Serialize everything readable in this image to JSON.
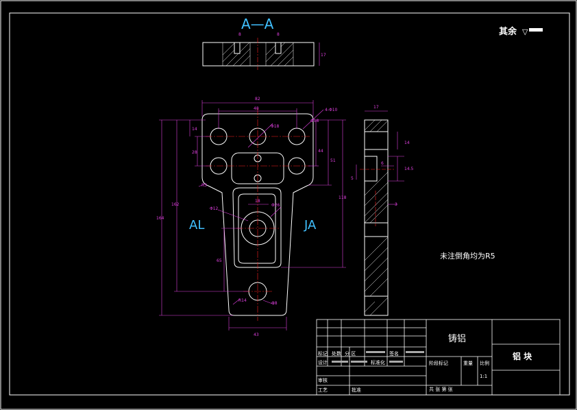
{
  "section_title": "A—A",
  "roughness_note": "其余",
  "material": "铸铝",
  "part_name": "铝  块",
  "note": "未注倒角均为R5",
  "section_mark_left": "AL",
  "section_mark_right": "JA",
  "title_block": {
    "row1": [
      "标记",
      "处数",
      "分 区",
      "签名"
    ],
    "row2": [
      "设计",
      "标准化"
    ],
    "stage_label": "阶段标记",
    "weight_label": "重量",
    "scale_label": "比例",
    "scale_value": "1:1",
    "review_label": "审核",
    "process_label": "工艺",
    "approve_label": "批准",
    "sheets_text": "共   张  第   张"
  },
  "dimensions": {
    "top_w": "82",
    "top_inner_w": "48",
    "hole_callout": "4-Φ10",
    "d18": "Φ18",
    "d18b": "Φ18",
    "d26": "Φ26",
    "d12": "Φ12",
    "d8": "Φ8",
    "r3": "R3",
    "w18": "18",
    "w43": "43",
    "r14": "R14",
    "d14": "14",
    "d28": "28",
    "d44": "44",
    "d51": "51",
    "d118": "118",
    "d162": "162",
    "d164": "164",
    "d65": "65",
    "sec_8a": "8",
    "sec_8b": "8",
    "sec_17": "17",
    "side_17": "17",
    "side_14": "14",
    "side_14_5": "14.5",
    "side_6": "6",
    "side_5": "5",
    "side_3": "3"
  },
  "colors": {
    "line": "#ffffff",
    "dimension": "#e040e0",
    "centerline": "#ff2020",
    "section_text": "#40c0ff"
  }
}
